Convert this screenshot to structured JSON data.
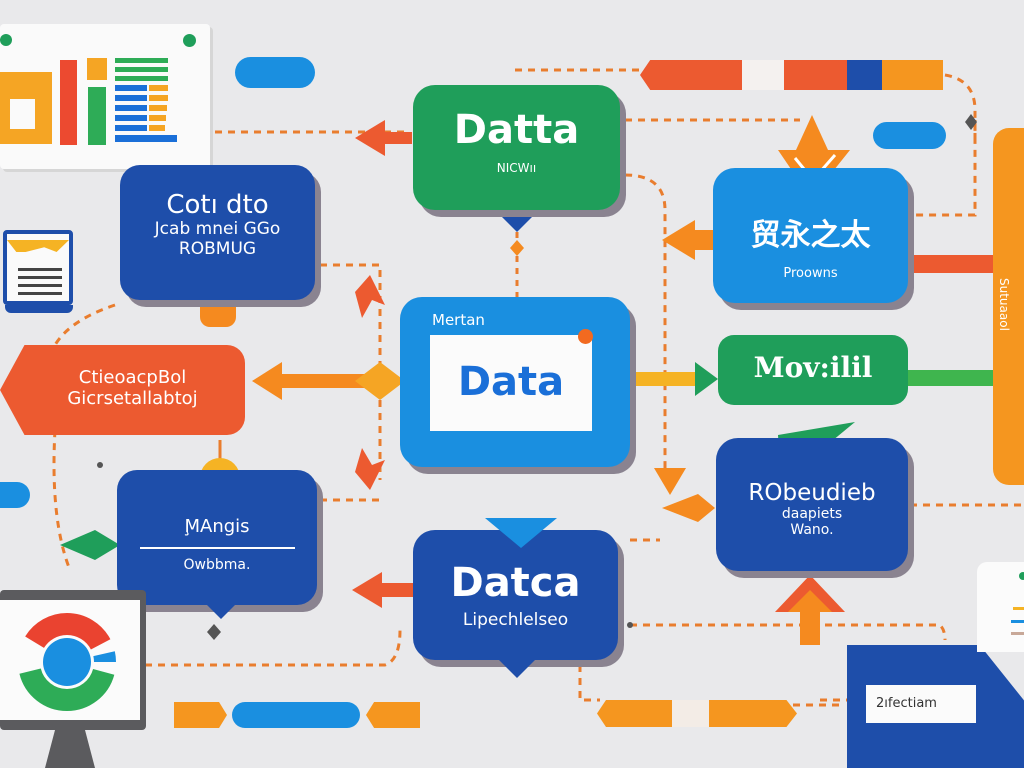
{
  "diagram": {
    "colors": {
      "background": "#e9e9eb",
      "green": "#1f9e5a",
      "blue": "#1a8fe0",
      "navy": "#1e4eaa",
      "orange": "#f58a1f",
      "red_orange": "#ec5a30",
      "yellow": "#f5b324"
    },
    "nodes": {
      "top_data": {
        "title": "Datta",
        "subtitle": "NICWıı"
      },
      "cotdto": {
        "line1": "Cotı dto",
        "line2": "Jcab mnei GGo",
        "line3": "ROBMUG"
      },
      "gen_tag": {
        "line1": "CtiеоacpBol",
        "line2": "Gicrsetallabtoj"
      },
      "center_data": {
        "label": "Mertan",
        "title": "Data"
      },
      "process_cjk": {
        "title": "贸永之太",
        "subtitle": "Proowns"
      },
      "movil": {
        "title": "Mov:ilil"
      },
      "side_bar": {
        "label": "Sutuaaol"
      },
      "robedieb": {
        "line1": "RObeudieb",
        "line2": "daapiets",
        "line3": "Wano."
      },
      "mongis": {
        "title": "M̧Angis",
        "subtitle": "Owbbma."
      },
      "bottom_data": {
        "title": "Datca",
        "subtitle": "Lipechlelseo"
      },
      "label_box": {
        "title": "2ıfectiam"
      }
    },
    "icons": {
      "chart_card": "bar-chart-card-icon",
      "browser": "browser-window-icon",
      "monitor": "donut-chart-monitor-icon"
    }
  }
}
